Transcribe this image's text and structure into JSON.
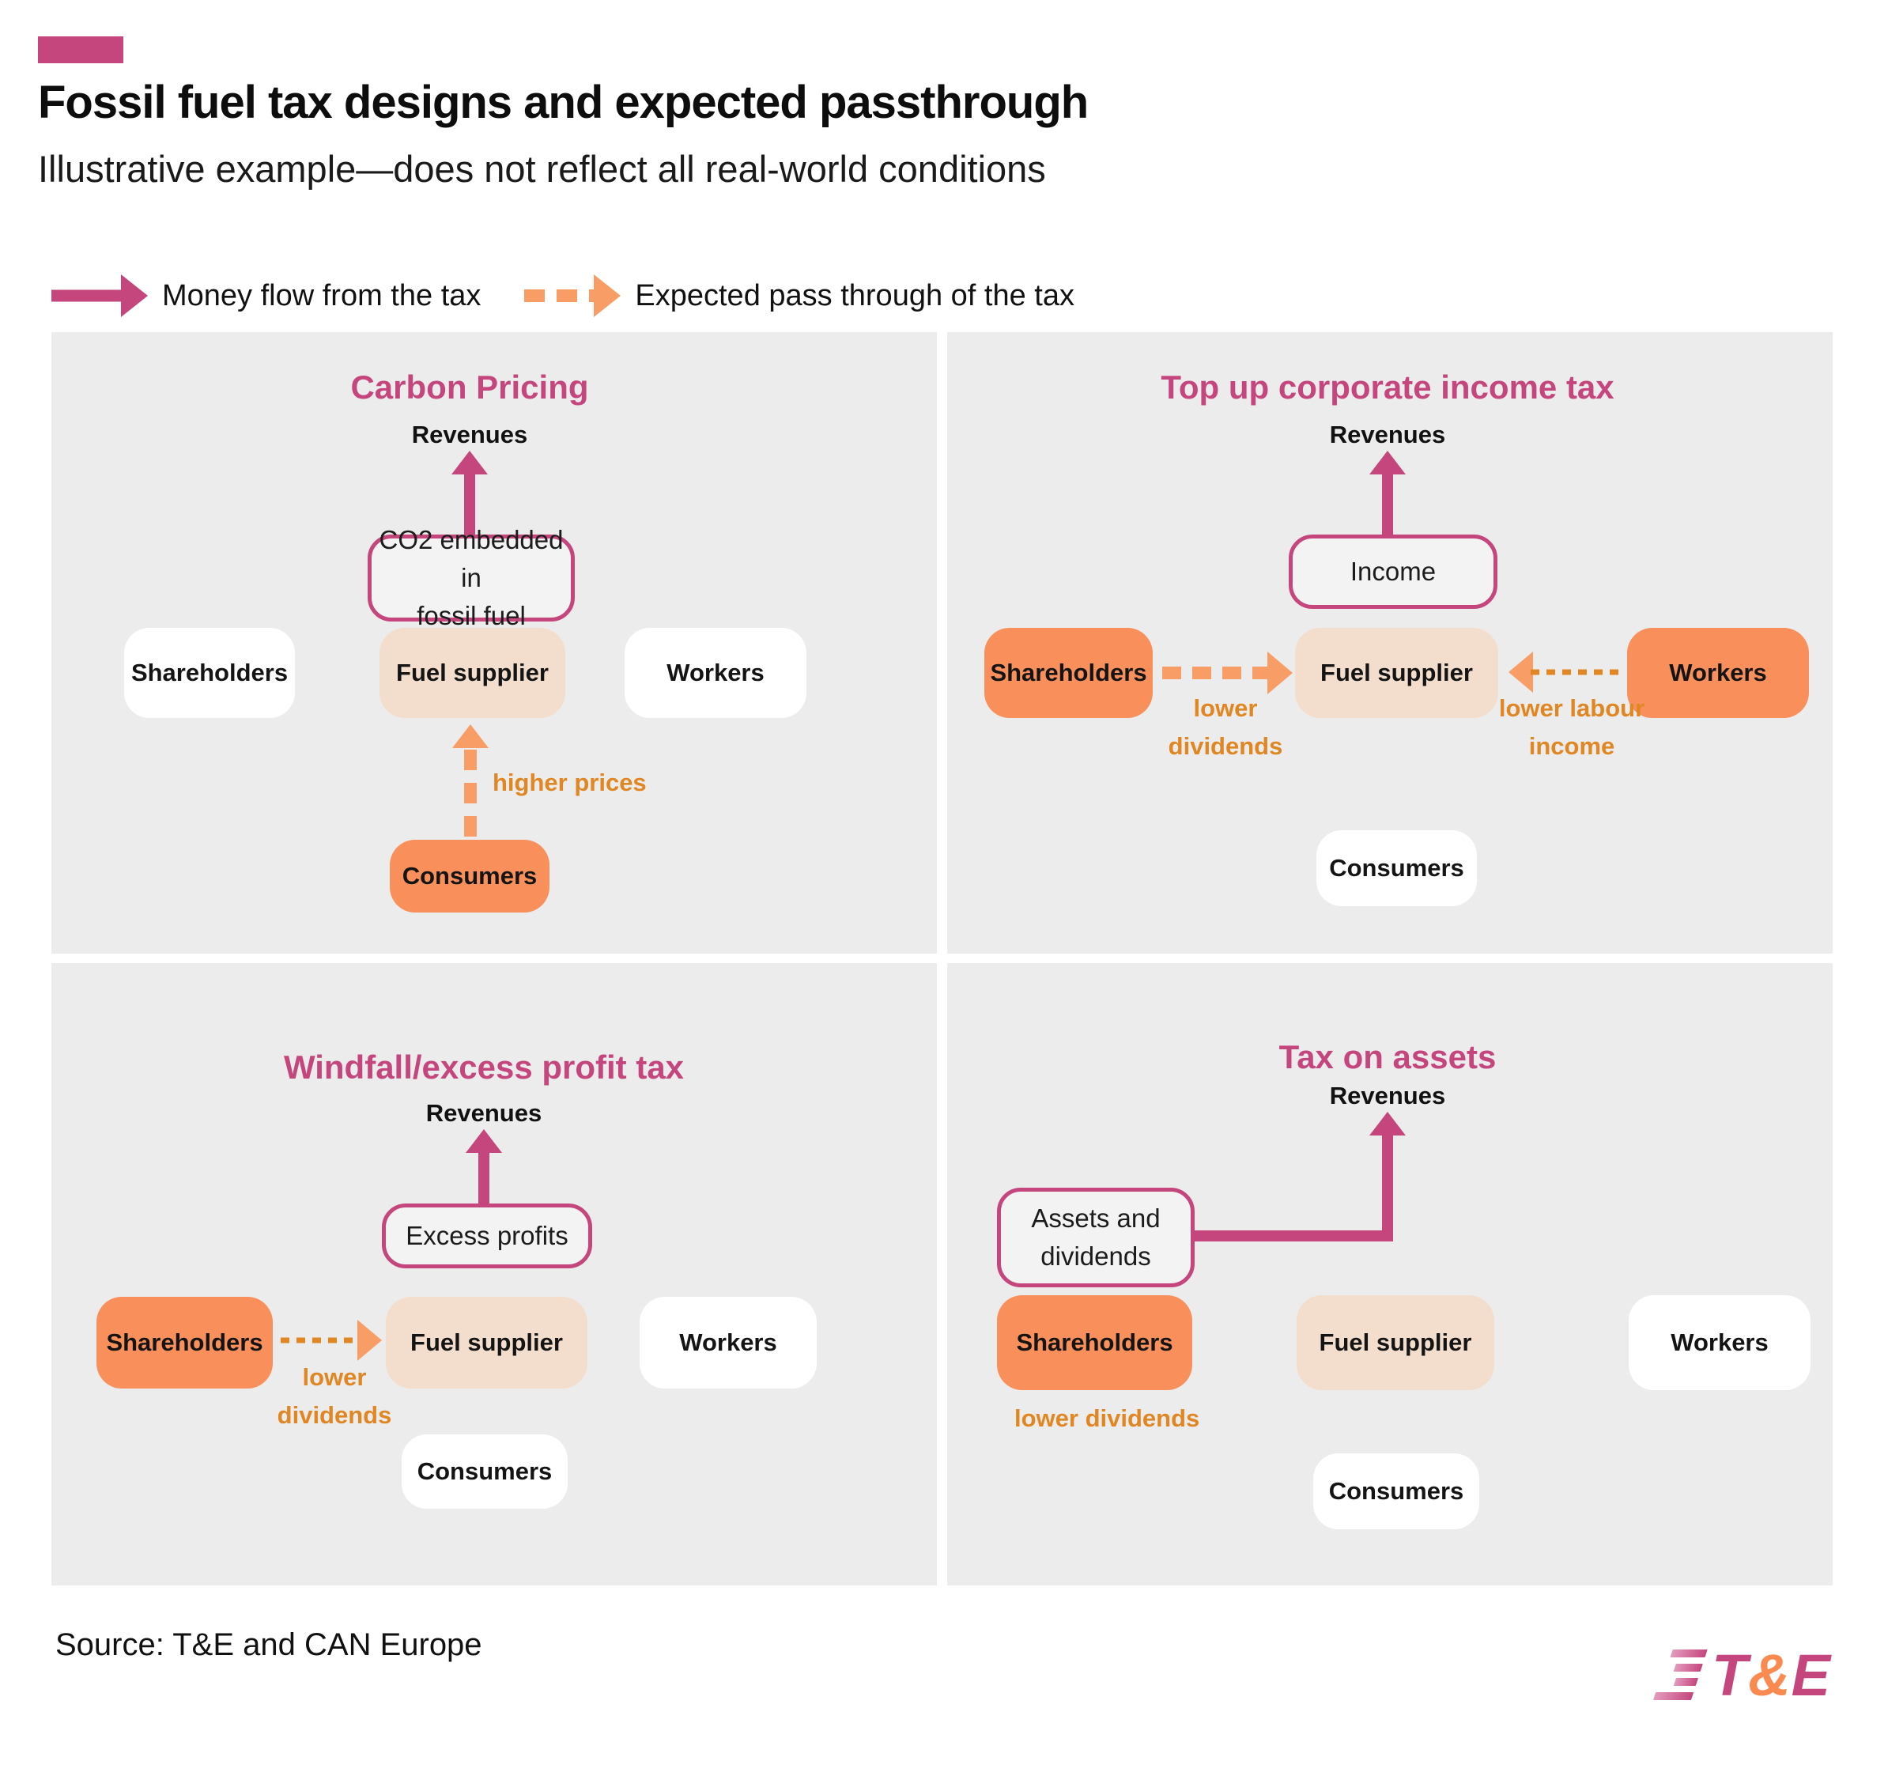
{
  "header": {
    "title": "Fossil fuel tax designs and expected passthrough",
    "subtitle": "Illustrative example—does not reflect all real-world conditions"
  },
  "legend": {
    "money_flow": "Money flow from the tax",
    "pass_through": "Expected pass through of the tax"
  },
  "colors": {
    "magenta": "#c5467d",
    "orange_box": "#f98f5b",
    "orange_dash": "#f99d66",
    "orange_label": "#e08622",
    "beige_box": "#f3decd",
    "panel_background": "#ececec"
  },
  "panels": {
    "carbon_pricing": {
      "title": "Carbon Pricing",
      "revenues_label": "Revenues",
      "tax_base_line1": "CO2 embedded in",
      "tax_base_line2": "fossil fuel",
      "shareholders_label": "Shareholders",
      "fuel_supplier_label": "Fuel supplier",
      "workers_label": "Workers",
      "consumers_label": "Consumers",
      "consumers_note": "higher prices"
    },
    "corporate_income_tax": {
      "title": "Top up corporate income tax",
      "revenues_label": "Revenues",
      "tax_base_label": "Income",
      "shareholders_label": "Shareholders",
      "fuel_supplier_label": "Fuel supplier",
      "workers_label": "Workers",
      "consumers_label": "Consumers",
      "shareholders_note_line1": "lower",
      "shareholders_note_line2": "dividends",
      "workers_note_line1": "lower labour",
      "workers_note_line2": "income"
    },
    "windfall_tax": {
      "title": "Windfall/excess profit tax",
      "revenues_label": "Revenues",
      "tax_base_label": "Excess profits",
      "shareholders_label": "Shareholders",
      "fuel_supplier_label": "Fuel supplier",
      "workers_label": "Workers",
      "consumers_label": "Consumers",
      "shareholders_note_line1": "lower",
      "shareholders_note_line2": "dividends"
    },
    "tax_on_assets": {
      "title": "Tax on assets",
      "revenues_label": "Revenues",
      "tax_base_line1": "Assets and",
      "tax_base_line2": "dividends",
      "shareholders_label": "Shareholders",
      "fuel_supplier_label": "Fuel supplier",
      "workers_label": "Workers",
      "consumers_label": "Consumers",
      "shareholders_note": "lower dividends"
    }
  },
  "footer": {
    "source": "Source: T&E and CAN Europe",
    "logo": {
      "t": "T",
      "amp": "&",
      "e": "E"
    }
  }
}
